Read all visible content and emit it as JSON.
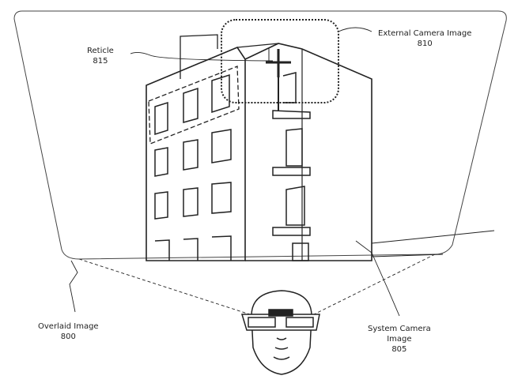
{
  "labels": {
    "reticle": {
      "name": "Reticle",
      "num": "815"
    },
    "external": {
      "name": "External Camera Image",
      "num": "810"
    },
    "overlaid": {
      "name": "Overlaid Image",
      "num": "800"
    },
    "system": {
      "name1": "System Camera",
      "name2": "Image",
      "num": "805"
    }
  }
}
